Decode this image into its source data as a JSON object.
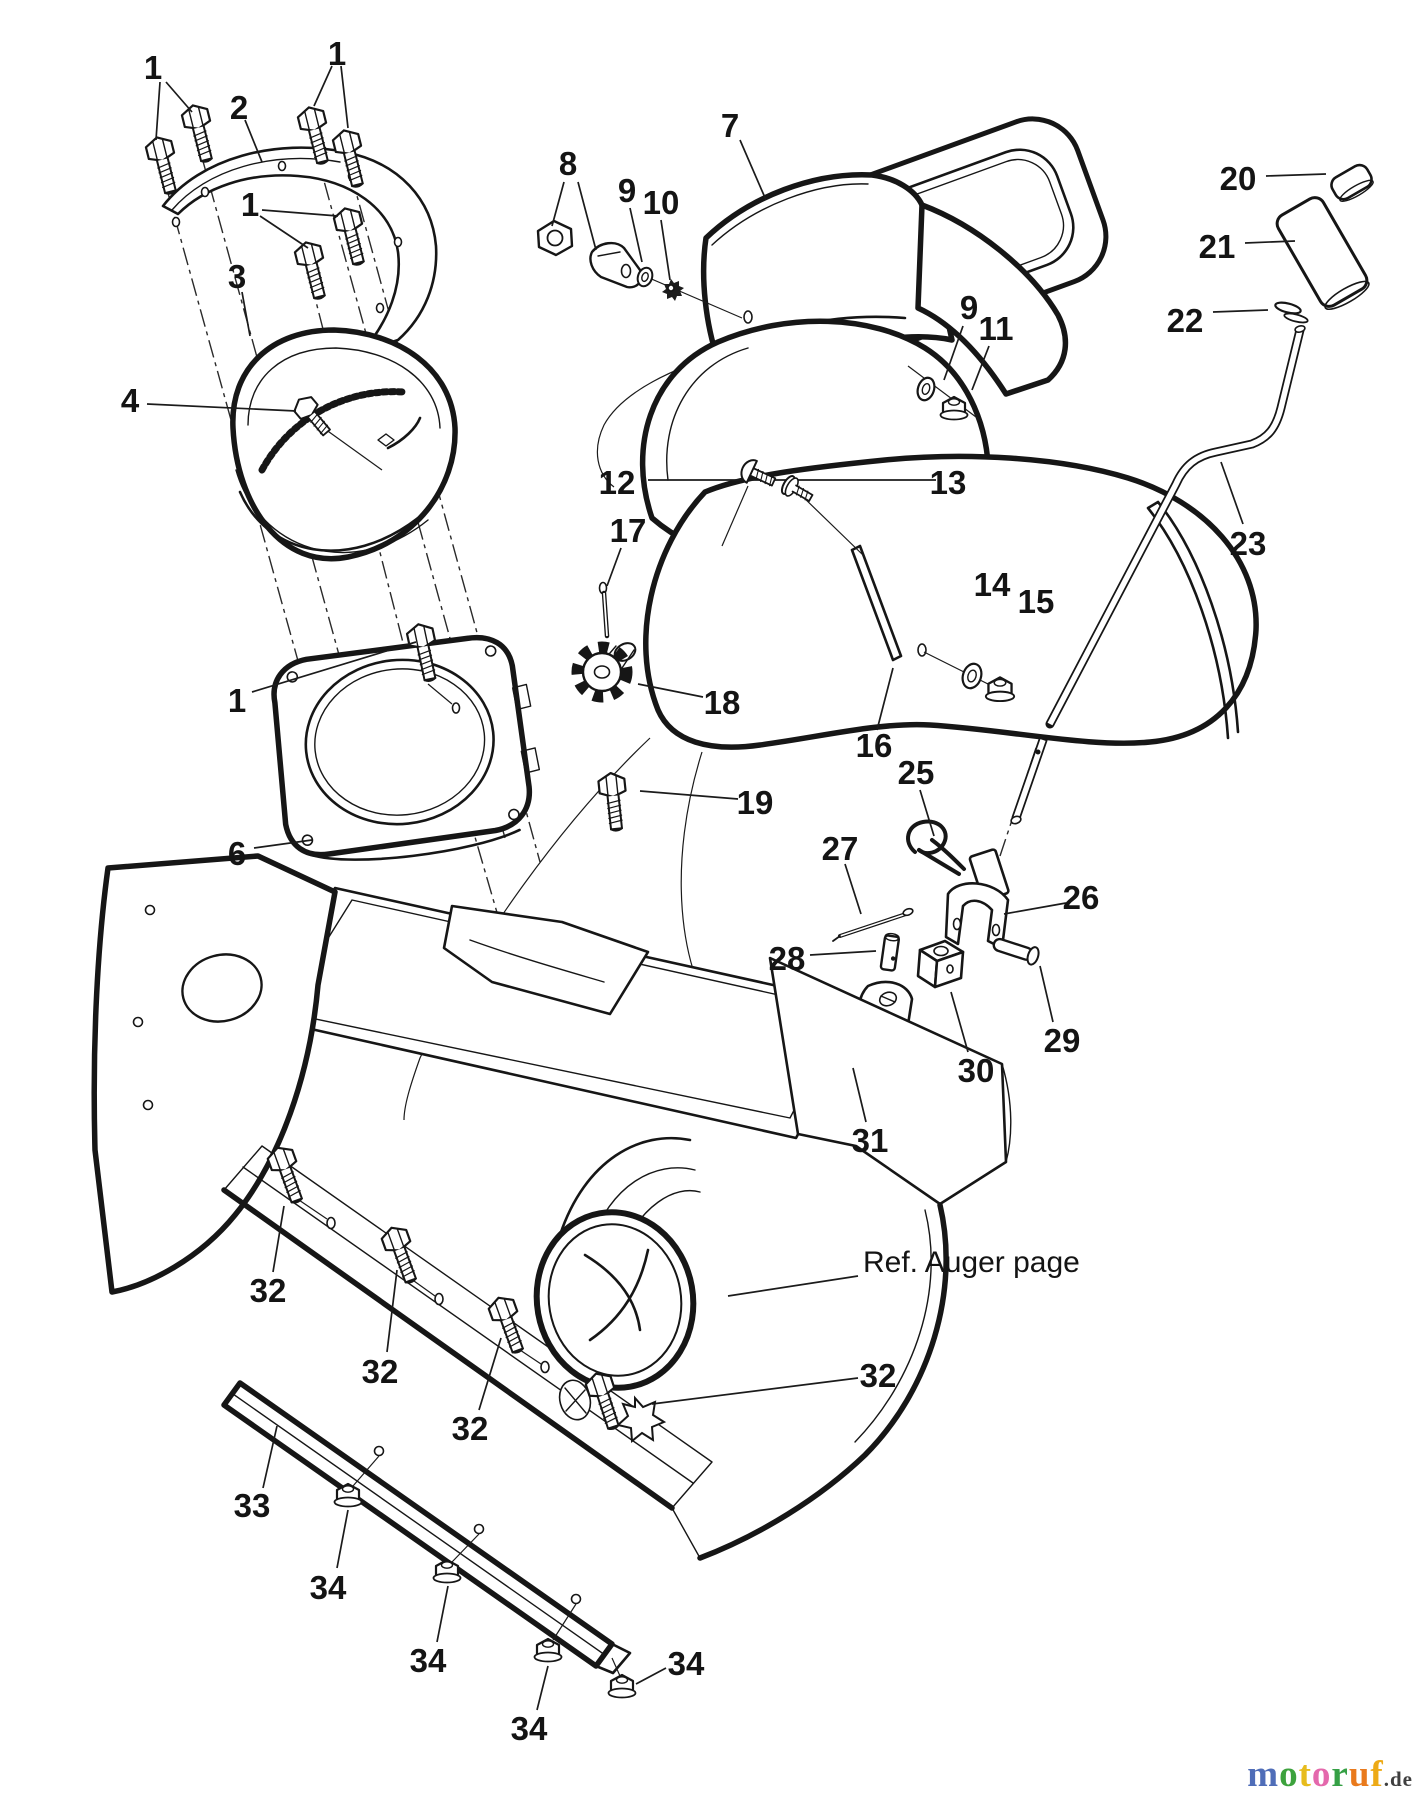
{
  "figure": {
    "type": "exploded-parts-diagram",
    "subject": "Snow thrower discharge chute, chute crank rod and auger housing assembly",
    "ink_color": "#161616",
    "background": "#ffffff",
    "annotations": {
      "ref_note": "Ref. Auger page"
    },
    "callouts": {
      "n1a": "1",
      "n1b": "1",
      "n1c": "1",
      "n1d": "1",
      "n2": "2",
      "n3": "3",
      "n4": "4",
      "n6": "6",
      "n7": "7",
      "n8": "8",
      "n9a": "9",
      "n10": "10",
      "n9b": "9",
      "n11": "11",
      "n12": "12",
      "n13": "13",
      "n14": "14",
      "n15": "15",
      "n16": "16",
      "n17": "17",
      "n18": "18",
      "n19": "19",
      "n20": "20",
      "n21": "21",
      "n22": "22",
      "n23": "23",
      "n25": "25",
      "n26": "26",
      "n27": "27",
      "n28": "28",
      "n29": "29",
      "n30": "30",
      "n31": "31",
      "n32a": "32",
      "n32b": "32",
      "n32c": "32",
      "n32d": "32",
      "n33": "33",
      "n34a": "34",
      "n34b": "34",
      "n34c": "34",
      "n34d": "34"
    }
  },
  "watermark": {
    "brand": "motoruf",
    "suffix": ".de",
    "suffix_style": "color:#3f3f3f",
    "letters": [
      {
        "ch": "m",
        "style": "color:#4f6db8"
      },
      {
        "ch": "o",
        "style": "color:#3da23d"
      },
      {
        "ch": "t",
        "style": "color:#e7bc1e"
      },
      {
        "ch": "o",
        "style": "color:#e468ac"
      },
      {
        "ch": "r",
        "style": "color:#35a045"
      },
      {
        "ch": "u",
        "style": "color:#e97a1c"
      },
      {
        "ch": "f",
        "style": "color:#edaa16"
      }
    ]
  }
}
